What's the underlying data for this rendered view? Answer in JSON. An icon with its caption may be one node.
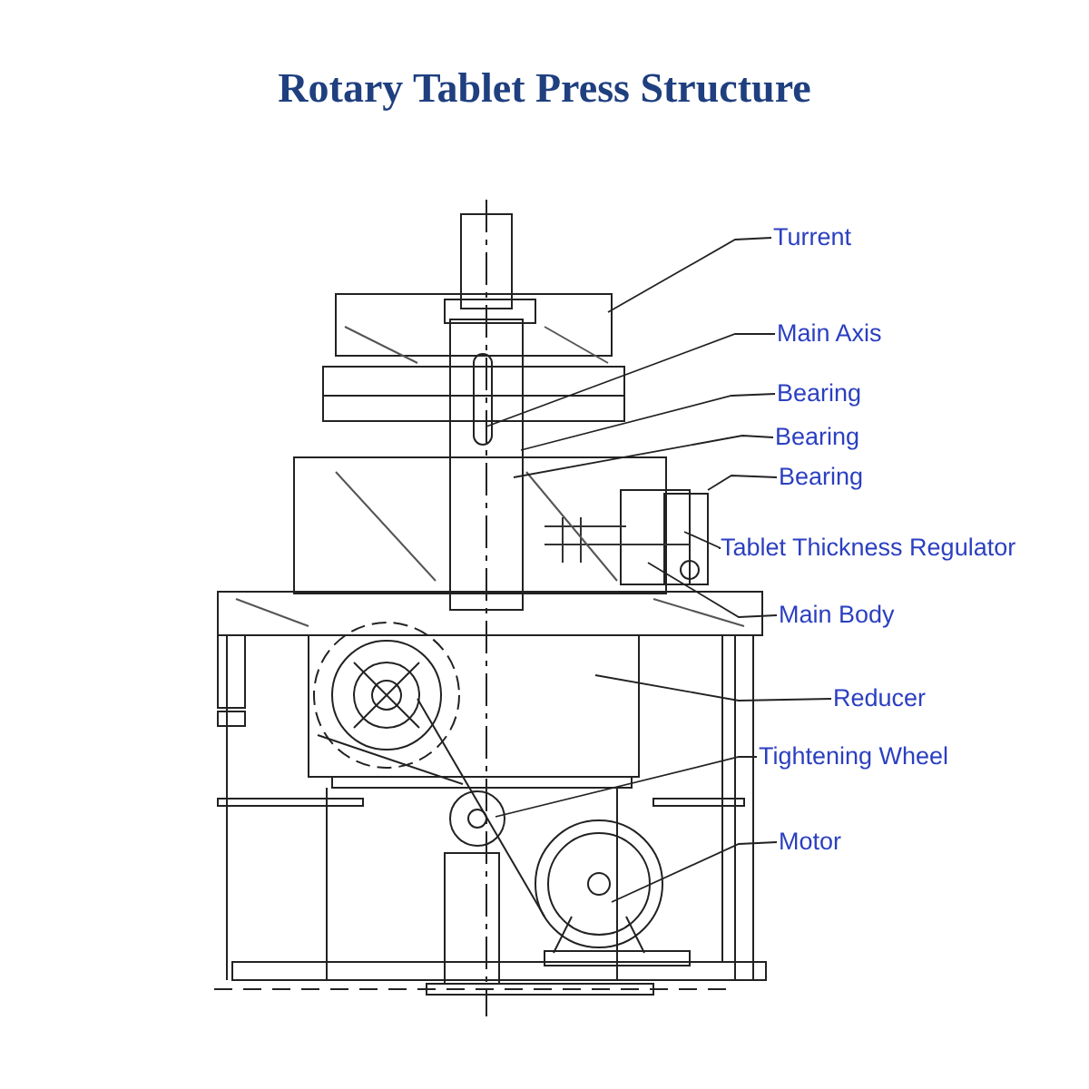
{
  "diagram": {
    "title": "Rotary Tablet Press Structure",
    "nodes": [
      {
        "text": [
          "Turrent"
        ]
      },
      {
        "text": [
          "Main Axis"
        ]
      },
      {
        "text": [
          "Bearing"
        ]
      },
      {
        "text": [
          "Bearing"
        ]
      },
      {
        "text": [
          "Bearing"
        ]
      },
      {
        "text": [
          "Tablet Thickness Regulator"
        ]
      },
      {
        "text": [
          "Main Body"
        ]
      },
      {
        "text": [
          "Reducer"
        ]
      },
      {
        "text": [
          "Tightening Wheel"
        ]
      },
      {
        "text": [
          "Motor"
        ]
      }
    ],
    "edges": [
      {
        "from": 0,
        "to": null,
        "arrow": "none"
      },
      {
        "from": 1,
        "to": null,
        "arrow": "none"
      },
      {
        "from": 2,
        "to": null,
        "arrow": "none"
      },
      {
        "from": 3,
        "to": null,
        "arrow": "none"
      },
      {
        "from": 4,
        "to": null,
        "arrow": "none"
      },
      {
        "from": 5,
        "to": null,
        "arrow": "none"
      },
      {
        "from": 6,
        "to": null,
        "arrow": "none"
      },
      {
        "from": 7,
        "to": null,
        "arrow": "none"
      },
      {
        "from": 8,
        "to": null,
        "arrow": "none"
      },
      {
        "from": 9,
        "to": null,
        "arrow": "none"
      }
    ]
  }
}
